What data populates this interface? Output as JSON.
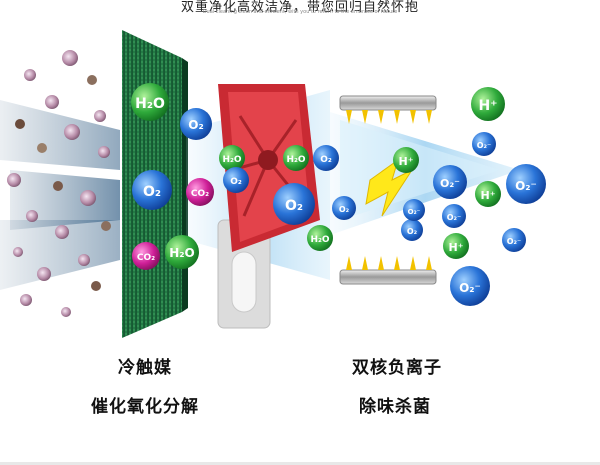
{
  "header": {
    "title": "双重净化高效洁净，带您回归自然怀抱",
    "subtitle": "Dual cleaning clean and efficient, with you to return to the embrace of nature"
  },
  "captions": {
    "left_line1": "冷触媒",
    "left_line2": "催化氧化分解",
    "right_line1": "双核负离子",
    "right_line2": "除味杀菌"
  },
  "molecules": {
    "h2o": "H₂O",
    "o2": "O₂",
    "co2": "CO₂",
    "h_plus": "H⁺",
    "o2_minus": "O₂⁻"
  },
  "colors": {
    "filter": "#1f6b3d",
    "fan": "#d9363e",
    "o2": "#2a6fd6",
    "h2o": "#2aa83a",
    "co2": "#c21d8e",
    "bolt": "#f2d500",
    "flow": "#9fd3f2"
  },
  "icons": [
    "molecule-o2-icon",
    "molecule-h2o-icon",
    "molecule-co2-icon",
    "molecule-h-plus-icon",
    "molecule-o2-minus-icon",
    "fan-icon",
    "lightning-bolt-icon",
    "ion-emitter-icon",
    "filter-mesh-icon"
  ]
}
